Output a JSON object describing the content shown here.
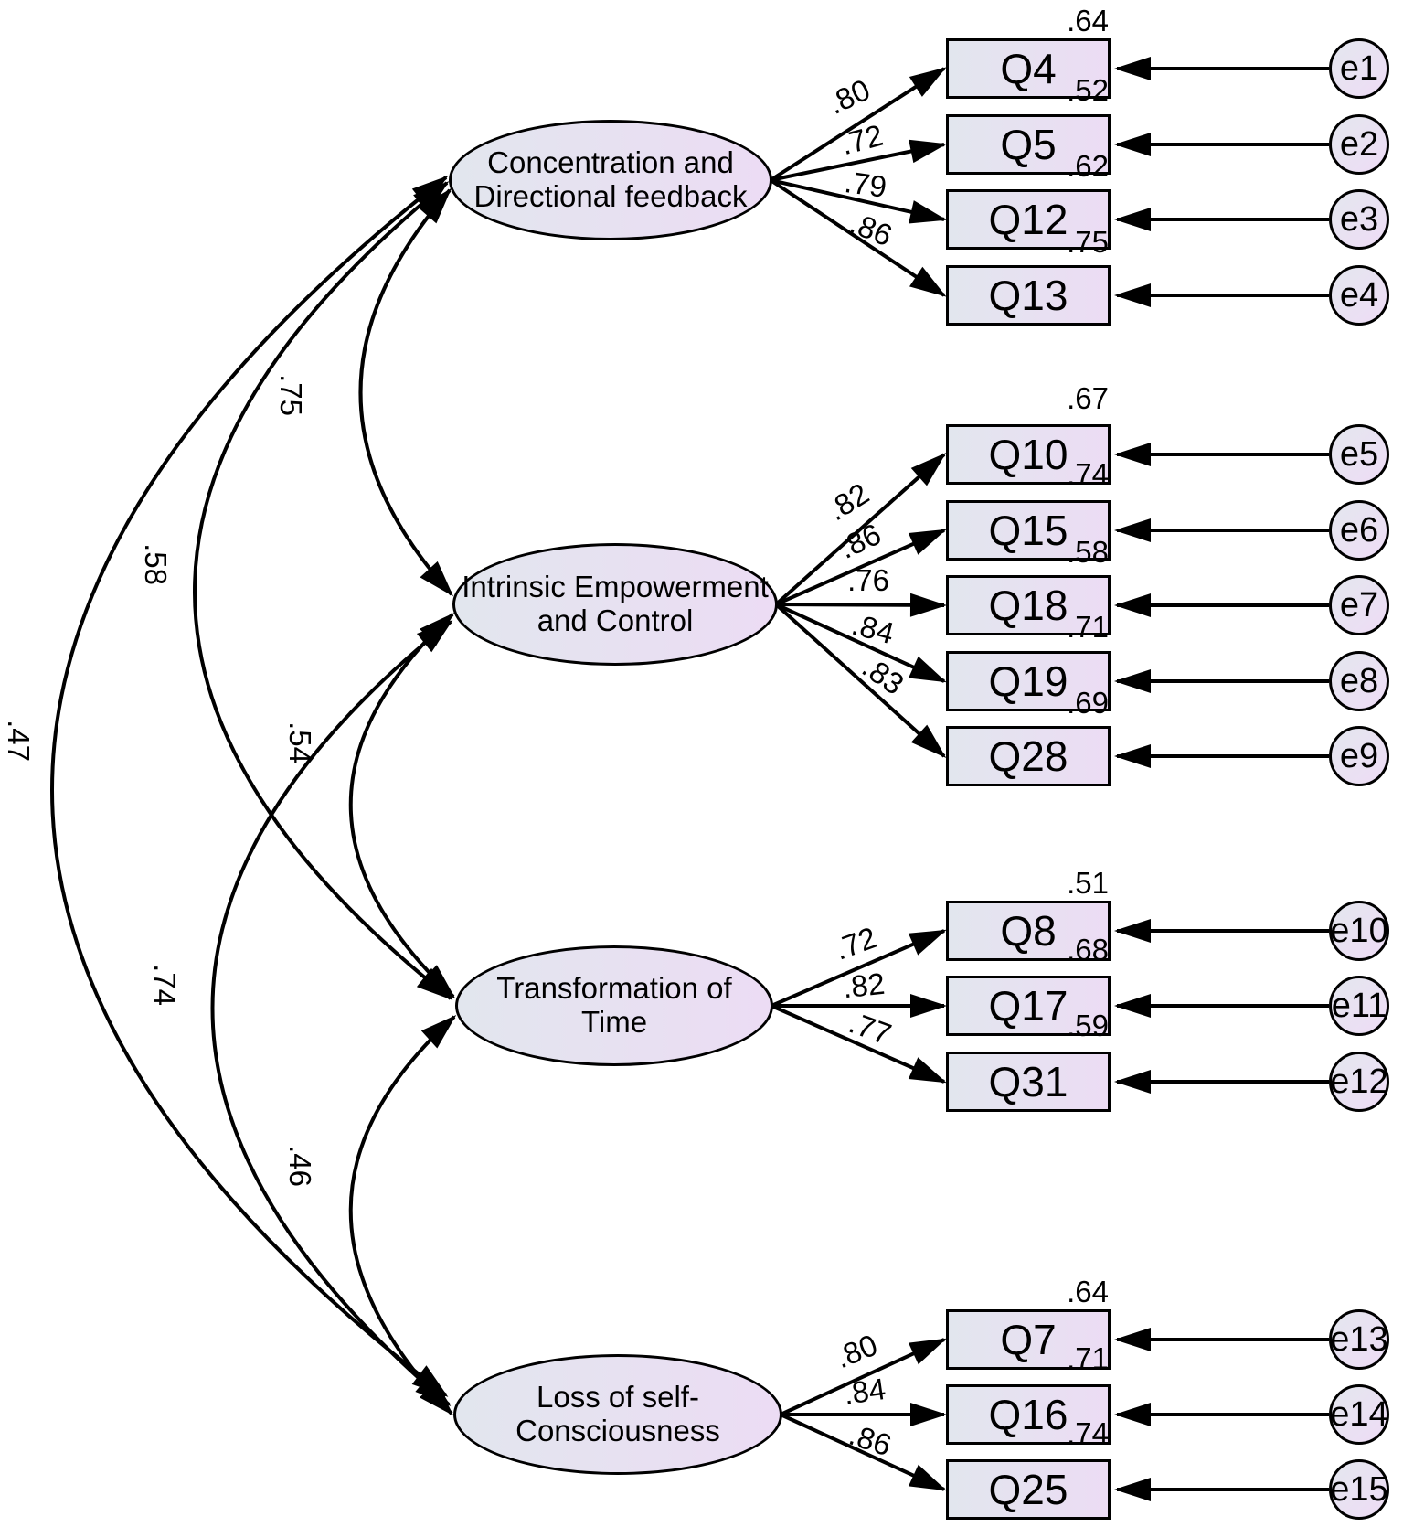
{
  "diagram": {
    "title": "Confirmatory factor analysis path diagram",
    "style": {
      "shape_fill_left": "#e2e6ee",
      "shape_fill_right": "#ecdcf4",
      "stroke_color": "#000000",
      "background": "#ffffff"
    },
    "factors": [
      {
        "label": "Concentration and\nDirectional feedback",
        "indicators": [
          {
            "name": "Q4",
            "loading": ".80",
            "smc": ".64",
            "error": "e1"
          },
          {
            "name": "Q5",
            "loading": ".72",
            "smc": ".52",
            "error": "e2"
          },
          {
            "name": "Q12",
            "loading": ".79",
            "smc": ".62",
            "error": "e3"
          },
          {
            "name": "Q13",
            "loading": ".86",
            "smc": ".75",
            "error": "e4"
          }
        ]
      },
      {
        "label": "Intrinsic Empowerment\nand Control",
        "indicators": [
          {
            "name": "Q10",
            "loading": ".82",
            "smc": ".67",
            "error": "e5"
          },
          {
            "name": "Q15",
            "loading": ".86",
            "smc": ".74",
            "error": "e6"
          },
          {
            "name": "Q18",
            "loading": ".76",
            "smc": ".58",
            "error": "e7"
          },
          {
            "name": "Q19",
            "loading": ".84",
            "smc": ".71",
            "error": "e8"
          },
          {
            "name": "Q28",
            "loading": ".83",
            "smc": ".69",
            "error": "e9"
          }
        ]
      },
      {
        "label": "Transformation of\nTime",
        "indicators": [
          {
            "name": "Q8",
            "loading": ".72",
            "smc": ".51",
            "error": "e10"
          },
          {
            "name": "Q17",
            "loading": ".82",
            "smc": ".68",
            "error": "e11"
          },
          {
            "name": "Q31",
            "loading": ".77",
            "smc": ".59",
            "error": "e12"
          }
        ]
      },
      {
        "label": "Loss of self-\nConsciousness",
        "indicators": [
          {
            "name": "Q7",
            "loading": ".80",
            "smc": ".64",
            "error": "e13"
          },
          {
            "name": "Q16",
            "loading": ".84",
            "smc": ".71",
            "error": "e14"
          },
          {
            "name": "Q25",
            "loading": ".86",
            "smc": ".74",
            "error": "e15"
          }
        ]
      }
    ],
    "correlations": [
      {
        "pair": "Concentration and Directional feedback <-> Intrinsic Empowerment and Control",
        "value": ".75"
      },
      {
        "pair": "Concentration and Directional feedback <-> Transformation of Time",
        "value": ".58"
      },
      {
        "pair": "Concentration and Directional feedback <-> Loss of self-Consciousness",
        "value": ".47"
      },
      {
        "pair": "Intrinsic Empowerment and Control <-> Transformation of Time",
        "value": ".54"
      },
      {
        "pair": "Intrinsic Empowerment and Control <-> Loss of self-Consciousness",
        "value": ".74"
      },
      {
        "pair": "Transformation of Time <-> Loss of self-Consciousness",
        "value": ".46"
      }
    ]
  }
}
